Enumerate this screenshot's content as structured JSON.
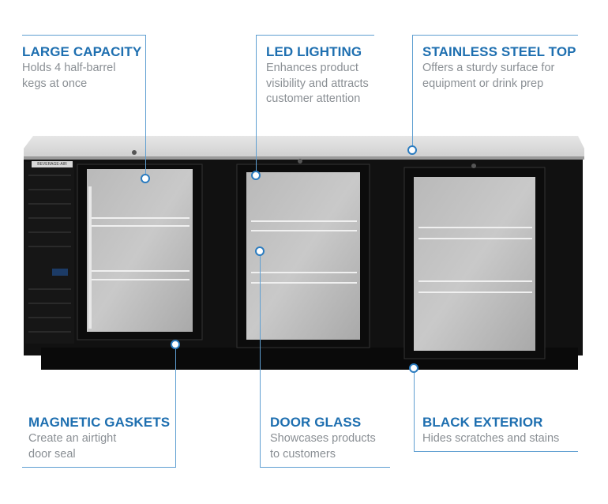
{
  "callouts": {
    "large_capacity": {
      "title": "LARGE CAPACITY",
      "desc": [
        "Holds 4 half-barrel",
        "kegs at once"
      ]
    },
    "led_lighting": {
      "title": "LED LIGHTING",
      "desc": [
        "Enhances product",
        "visibility and attracts",
        "customer attention"
      ]
    },
    "stainless_top": {
      "title": "STAINLESS STEEL TOP",
      "desc": [
        "Offers a sturdy surface for",
        "equipment or drink prep"
      ]
    },
    "magnetic_gaskets": {
      "title": "MAGNETIC GASKETS",
      "desc": [
        "Create an airtight",
        "door seal"
      ]
    },
    "door_glass": {
      "title": "DOOR GLASS",
      "desc": [
        "Showcases products",
        "to customers"
      ]
    },
    "black_exterior": {
      "title": "BLACK EXTERIOR",
      "desc": [
        "Hides scratches and stains"
      ]
    }
  },
  "product": {
    "brand_badge": "BEVERAGE-AIR"
  },
  "colors": {
    "accent": "#1e6fb0",
    "text_muted": "#8a8f94",
    "cabinet": "#111111",
    "countertop": "#dcdcdc"
  }
}
